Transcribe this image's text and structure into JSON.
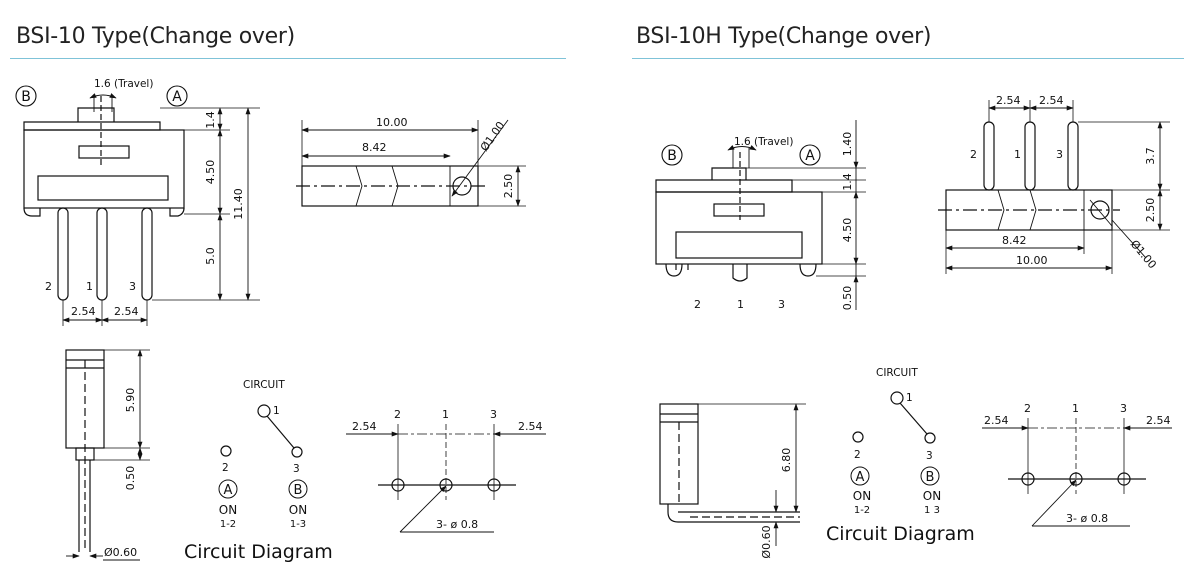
{
  "left": {
    "title": "BSI-10 Type(Change over)",
    "travel": "1.6 (Travel)",
    "pos_b": "B",
    "pos_a": "A",
    "dims": {
      "d_1_4": "1.4",
      "d_4_50": "4.50",
      "d_11_40": "11.40",
      "d_5_0": "5.0",
      "pitch_a": "2.54",
      "pitch_b": "2.54",
      "len_10": "10.00",
      "len_8_42": "8.42",
      "dia_1": "Ø1.00",
      "h_2_50": "2.50",
      "h_5_90": "5.90",
      "h_0_50": "0.50",
      "pin_dia": "Ø0.60"
    },
    "pins": {
      "p2": "2",
      "p1": "1",
      "p3": "3"
    },
    "circuit": {
      "heading": "CIRCUIT",
      "n1": "1",
      "n2": "2",
      "n3": "3",
      "a": "A",
      "b": "B",
      "on_a": "ON",
      "on_a_pins": "1-2",
      "on_b": "ON",
      "on_b_pins": "1-3",
      "caption": "Circuit Diagram"
    },
    "pcb": {
      "c2": "2",
      "c1": "1",
      "c3": "3",
      "left_pitch": "2.54",
      "right_pitch": "2.54",
      "holes": "3- ø 0.8"
    }
  },
  "right": {
    "title": "BSI-10H Type(Change over)",
    "travel": "1.6 (Travel)",
    "pos_b": "B",
    "pos_a": "A",
    "dims": {
      "d_1_40": "1.40",
      "d_1_4": "1.4",
      "d_4_50": "4.50",
      "d_0_50": "0.50",
      "pitch_a": "2.54",
      "pitch_b": "2.54",
      "h_3_7": "3.7",
      "h_2_50": "2.50",
      "len_8_42": "8.42",
      "len_10": "10.00",
      "dia_1": "Ø1.00",
      "h_6_80": "6.80",
      "pin_dia": "Ø0.60"
    },
    "pins": {
      "p2": "2",
      "p1": "1",
      "p3": "3"
    },
    "top_pins": {
      "p2": "2",
      "p1": "1",
      "p3": "3"
    },
    "circuit": {
      "heading": "CIRCUIT",
      "n1": "1",
      "n2": "2",
      "n3": "3",
      "a": "A",
      "b": "B",
      "on_a": "ON",
      "on_a_pins": "1-2",
      "on_b": "ON",
      "on_b_pins": "1 3",
      "caption": "Circuit Diagram"
    },
    "pcb": {
      "c2": "2",
      "c1": "1",
      "c3": "3",
      "left_pitch": "2.54",
      "right_pitch": "2.54",
      "holes": "3- ø 0.8"
    }
  }
}
